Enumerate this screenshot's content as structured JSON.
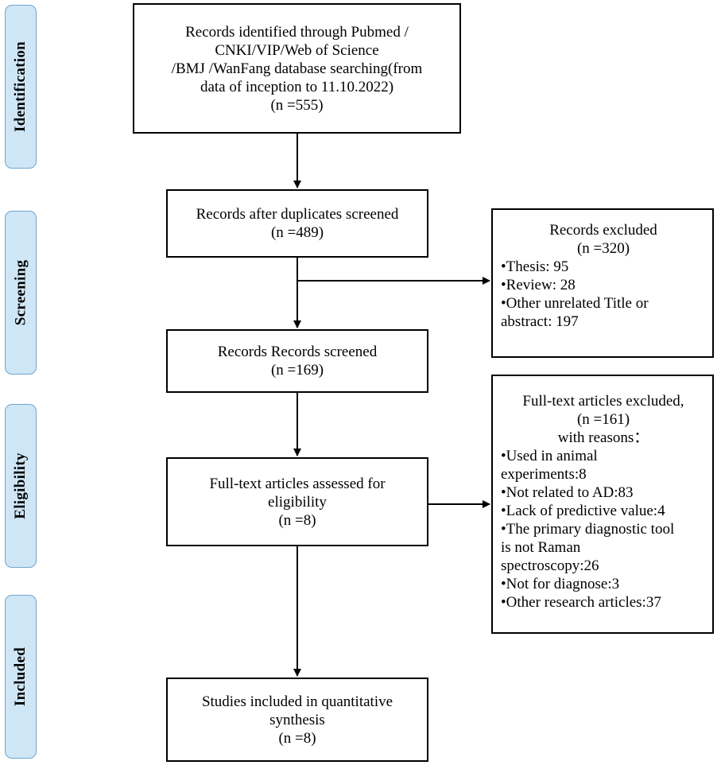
{
  "phases": {
    "identification": "Identification",
    "screening": "Screening",
    "eligibility": "Eligibility",
    "included": "Included"
  },
  "boxes": {
    "identified": {
      "lines": [
        "Records identified through Pubmed /",
        "CNKI/VIP/Web of Science",
        "/BMJ /WanFang database searching(from",
        "data of inception to 11.10.2022)",
        "(n =555)"
      ]
    },
    "after_duplicates": {
      "lines": [
        "Records after duplicates screened",
        "(n =489)"
      ]
    },
    "screened": {
      "lines": [
        "Records Records screened",
        "(n =169)"
      ]
    },
    "fulltext_assessed": {
      "lines": [
        "Full-text articles assessed for",
        "eligibility",
        "(n =8)"
      ]
    },
    "included": {
      "lines": [
        "Studies included in quantitative",
        "synthesis",
        "(n =8)"
      ]
    }
  },
  "excluded_records": {
    "title": "Records excluded",
    "count": "(n =320)",
    "items": [
      "•Thesis: 95",
      "•Review: 28",
      "•Other unrelated Title or",
      "abstract: 197"
    ]
  },
  "excluded_fulltext": {
    "title": "Full-text articles excluded,",
    "count": "(n =161)",
    "subtitle": "with reasons：",
    "items": [
      "•Used in animal",
      "experiments:8",
      "•Not related to AD:83",
      "•Lack of predictive value:4",
      "•The primary diagnostic tool",
      "is not Raman",
      "spectroscopy:26",
      "•Not for diagnose:3",
      "•Other research articles:37"
    ]
  }
}
